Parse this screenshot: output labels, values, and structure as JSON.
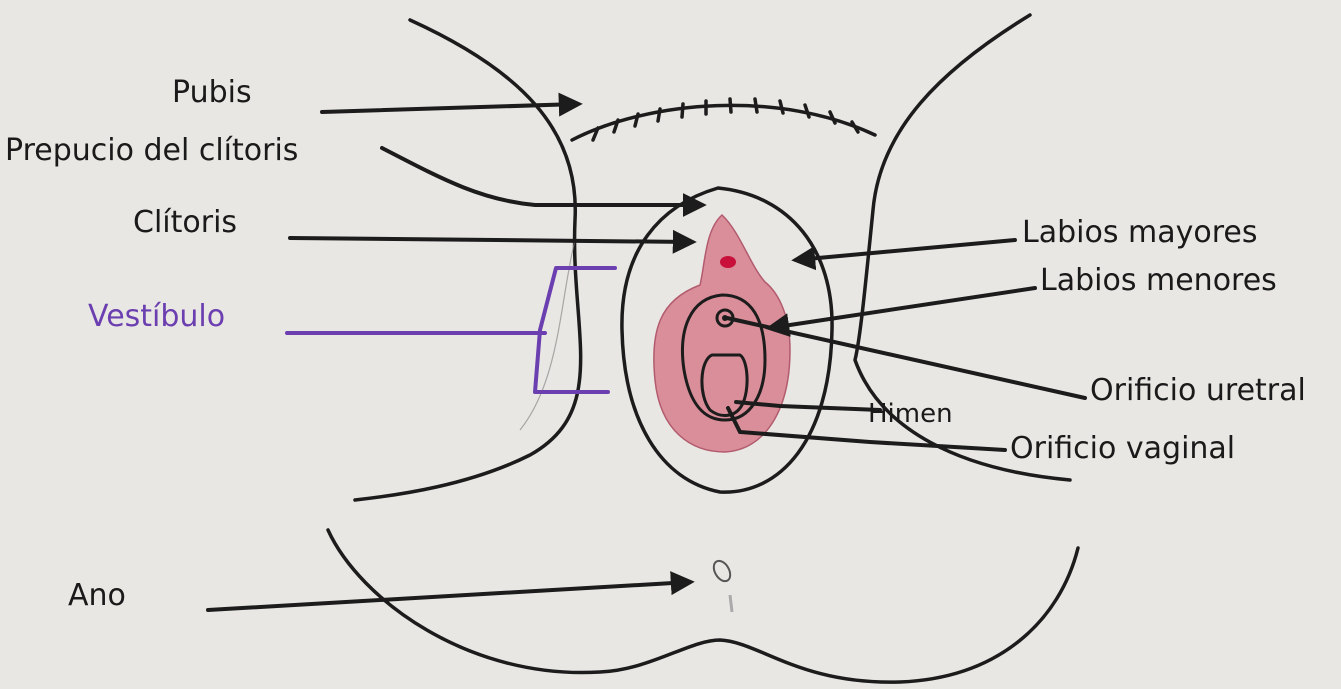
{
  "labels": {
    "pubis": "Pubis",
    "prepucio": "Prepucio del clítoris",
    "clitoris": "Clítoris",
    "vestibulo": "Vestíbulo",
    "ano": "Ano",
    "labios_mayores": "Labios mayores",
    "labios_menores": "Labios menores",
    "orificio_uretral": "Orificio uretral",
    "himen": "Himen",
    "orificio_vaginal": "Orificio vaginal"
  },
  "colors": {
    "paper": "#e9e7e4",
    "ink": "#1c1c1c",
    "vestibulo_label": "#6b3fb0",
    "labia_fill": "#d98a96",
    "clitoris_dot": "#c8103a"
  }
}
